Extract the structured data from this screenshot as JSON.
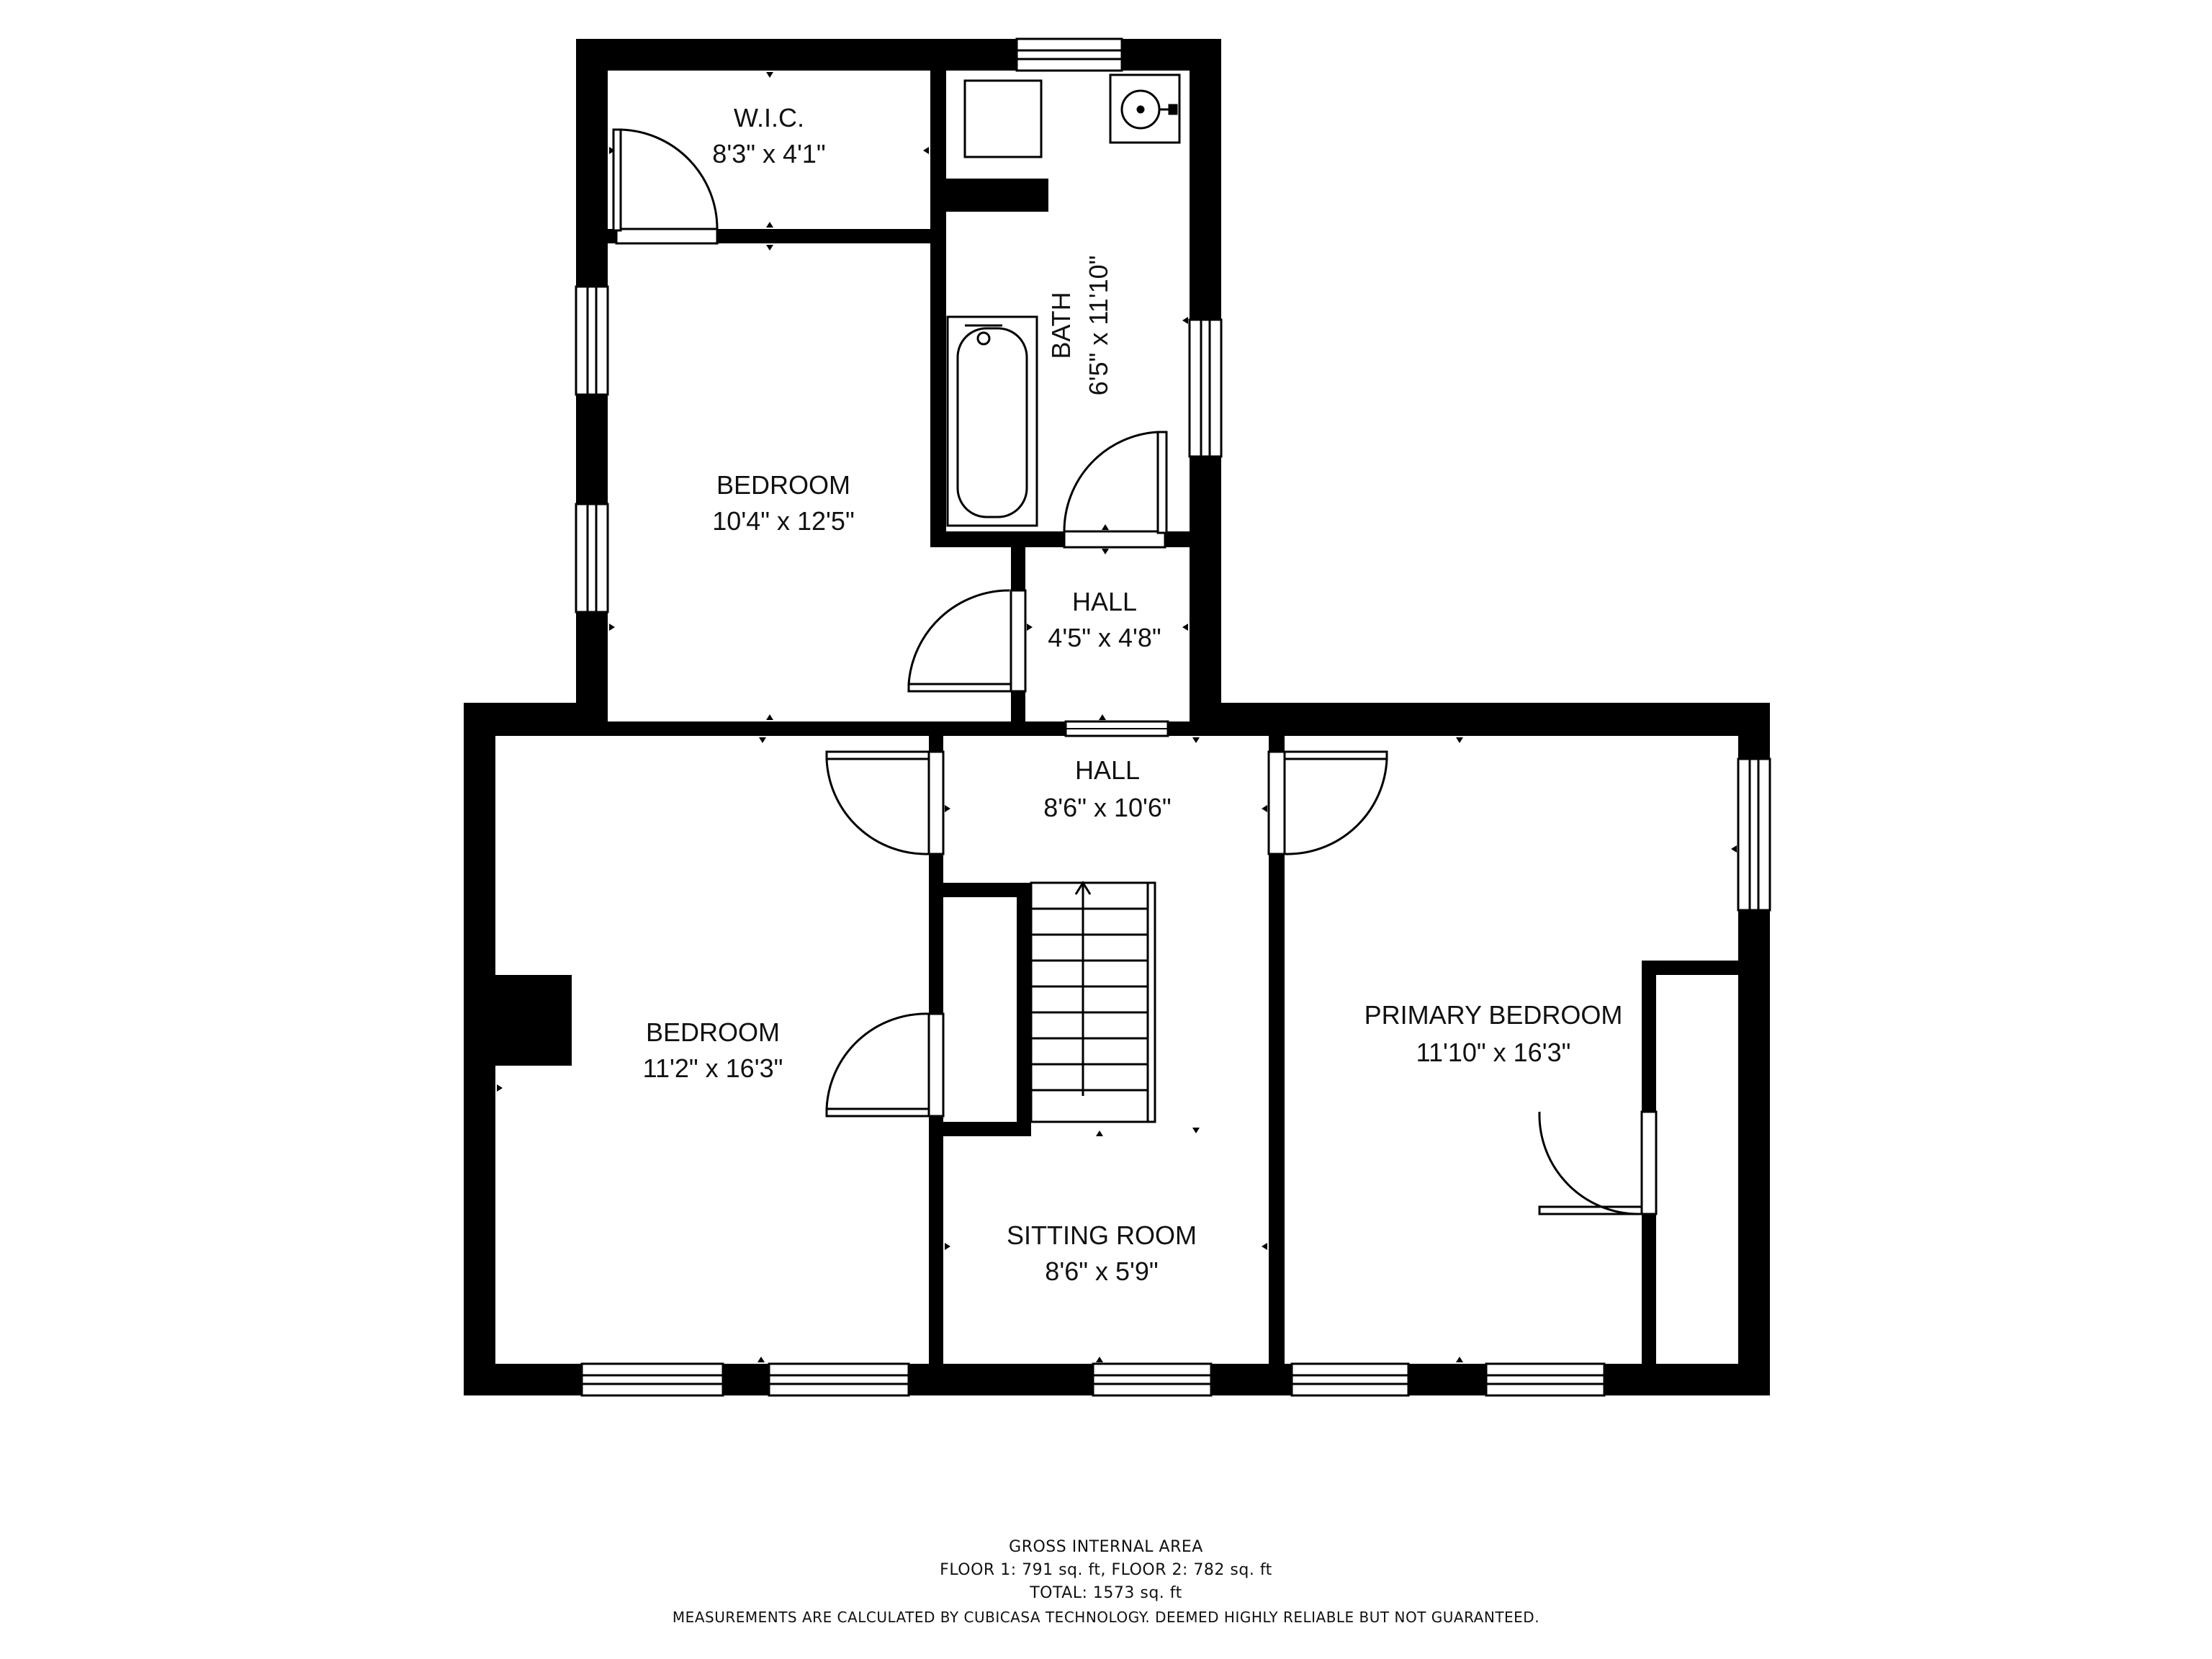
{
  "colors": {
    "wall": "#000000",
    "background": "#ffffff",
    "text": "#111111"
  },
  "rooms": {
    "wic": {
      "name": "W.I.C.",
      "dim": "8'3\" x 4'1\""
    },
    "bath": {
      "name": "BATH",
      "dim": "6'5\" x 11'10\""
    },
    "bedroom_upper": {
      "name": "BEDROOM",
      "dim": "10'4\" x 12'5\""
    },
    "hall_small": {
      "name": "HALL",
      "dim": "4'5\" x 4'8\""
    },
    "hall_main": {
      "name": "HALL",
      "dim": "8'6\" x 10'6\""
    },
    "bedroom_lower": {
      "name": "BEDROOM",
      "dim": "11'2\" x 16'3\""
    },
    "primary_bedroom": {
      "name": "PRIMARY BEDROOM",
      "dim": "11'10\" x 16'3\""
    },
    "sitting_room": {
      "name": "SITTING ROOM",
      "dim": "8'6\" x 5'9\""
    }
  },
  "footer": {
    "line1": "GROSS INTERNAL AREA",
    "line2": "FLOOR 1: 791 sq. ft, FLOOR 2: 782 sq. ft",
    "line3": "TOTAL: 1573 sq. ft",
    "line4": "MEASUREMENTS ARE CALCULATED BY CUBICASA TECHNOLOGY. DEEMED HIGHLY RELIABLE BUT NOT GUARANTEED."
  }
}
